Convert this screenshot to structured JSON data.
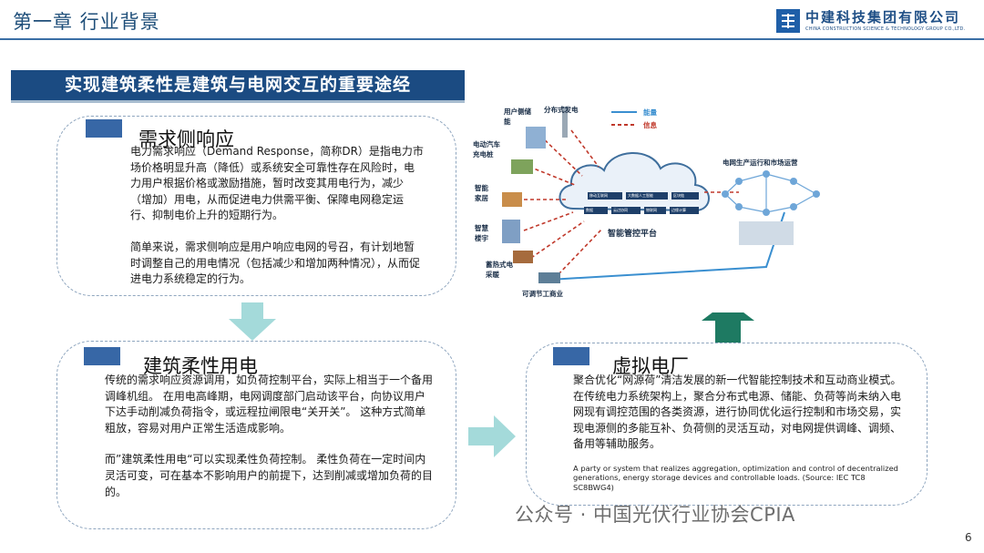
{
  "header": {
    "chapter_title": "第一章 行业背景",
    "company_name_cn": "中建科技集团有限公司",
    "company_name_en": "CHINA CONSTRUCTION SCIENCE & TECHNOLOGY GROUP CO.,LTD."
  },
  "banner": "实现建筑柔性是建筑与电网交互的重要途经",
  "demand_response": {
    "title": "需求侧响应",
    "paragraph1": "电力需求响应（Demand Response，简称DR）是指电力市场价格明显升高（降低）或系统安全可靠性存在风险时，电力用户根据价格或激励措施，暂时改变其用电行为，减少（增加）用电，从而促进电力供需平衡、保障电网稳定运行、抑制电价上升的短期行为。",
    "paragraph2": "简单来说，需求侧响应是用户响应电网的号召，有计划地暂时调整自己的用电情况（包括减少和增加两种情况），从而促进电力系统稳定的行为。"
  },
  "flexible_building": {
    "title": "建筑柔性用电",
    "paragraph1": "传统的需求响应资源调用，如负荷控制平台，实际上相当于一个备用调峰机组。 在用电高峰期，电网调度部门启动该平台，向协议用户下达手动削减负荷指令，或远程拉闸限电“关开关”。 这种方式简单粗放，容易对用户正常生活造成影响。",
    "paragraph2": "而”建筑柔性用电“可以实现柔性负荷控制。 柔性负荷在一定时间内灵活可变，可在基本不影响用户的前提下，达到削减或增加负荷的目的。"
  },
  "virtual_power_plant": {
    "title": "虚拟电厂",
    "paragraph_cn": "聚合优化“网源荷”清洁发展的新一代智能控制技术和互动商业模式。在传统电力系统架构上，聚合分布式电源、储能、负荷等尚未纳入电网现有调控范围的各类资源，进行协同优化运行控制和市场交易，实现电源侧的多能互补、负荷侧的灵活互动，对电网提供调峰、调频、备用等辅助服务。",
    "paragraph_en": "A party or system that realizes aggregation, optimization and control of decentralized generations, energy storage devices and controllable loads. (Source: IEC TC8 SC8BWG4)"
  },
  "diagram": {
    "legend": {
      "energy": "能量",
      "info": "信息"
    },
    "nodes": {
      "user_storage": "用户侧储能",
      "distributed_gen": "分布式发电",
      "ev_charging": "电动汽车充电桩",
      "smart_home": "智能家居",
      "smart_building": "智慧楼宇",
      "heat_storage": "蓄热式电采暖",
      "industry": "可调节工商业",
      "platform": "智能管控平台",
      "grid_market": "电网生产运行和市场运营"
    },
    "platform_modules": [
      "移动互联网",
      "大数据人工智能",
      "区块链",
      "数据",
      "云边协同",
      "物联网",
      "边缘计算"
    ]
  },
  "watermark": "公众号 · 中国光伏行业协会CPIA",
  "page_number": "6",
  "colors": {
    "banner": "#1b4b82",
    "tab": "#3767a6",
    "arrow_light": "#9fd6d6",
    "arrow_dark": "#1e7a62",
    "energy_line": "#3a8fd0",
    "info_line": "#c0392b"
  }
}
